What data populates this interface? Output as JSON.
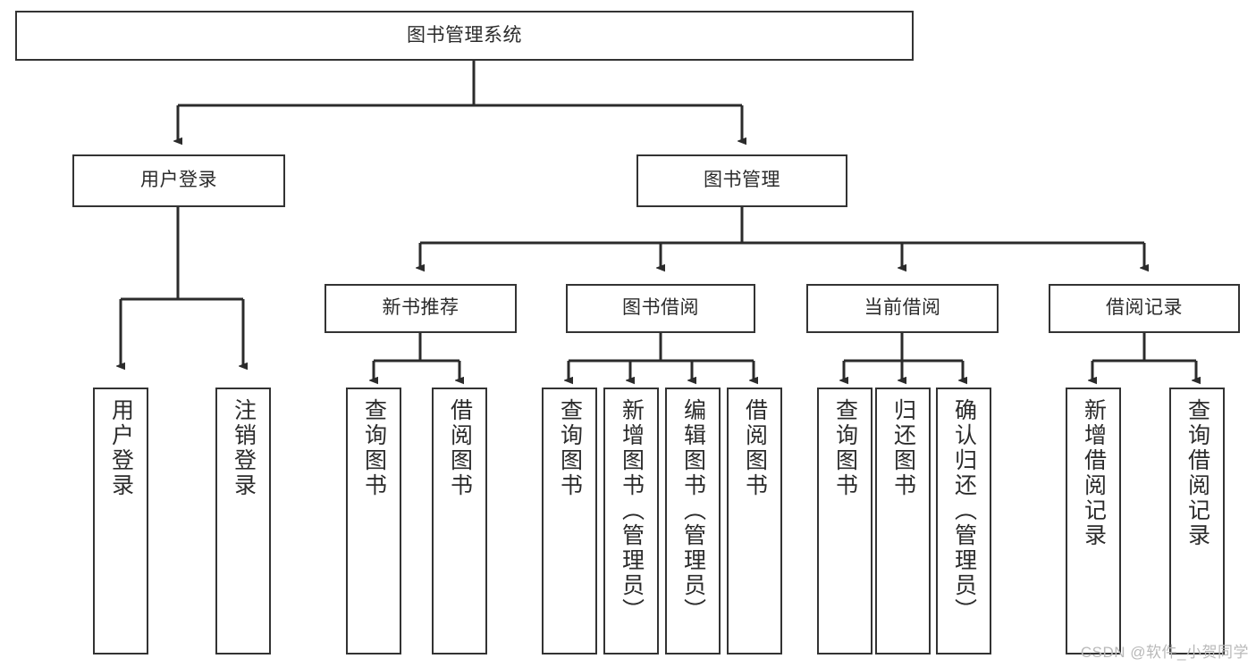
{
  "diagram": {
    "title_node": {
      "label": "图书管理系统"
    },
    "level2": [
      {
        "id": "user-login",
        "label": "用户登录"
      },
      {
        "id": "book-manage",
        "label": "图书管理"
      }
    ],
    "level3": [
      {
        "id": "new-book-recommend",
        "label": "新书推荐"
      },
      {
        "id": "book-borrow",
        "label": "图书借阅"
      },
      {
        "id": "current-borrow",
        "label": "当前借阅"
      },
      {
        "id": "borrow-record",
        "label": "借阅记录"
      }
    ],
    "leaves": [
      {
        "id": "leaf-user-login",
        "label": "用户登录",
        "parent": "user-login"
      },
      {
        "id": "leaf-logout-login",
        "label": "注销登录",
        "parent": "user-login"
      },
      {
        "id": "leaf-query-book-1",
        "label": "查询图书",
        "parent": "new-book-recommend"
      },
      {
        "id": "leaf-borrow-book-1",
        "label": "借阅图书",
        "parent": "new-book-recommend"
      },
      {
        "id": "leaf-query-book-2",
        "label": "查询图书",
        "parent": "book-borrow"
      },
      {
        "id": "leaf-add-book",
        "label": "新增图书（管理员）",
        "parent": "book-borrow"
      },
      {
        "id": "leaf-edit-book",
        "label": "编辑图书（管理员）",
        "parent": "book-borrow"
      },
      {
        "id": "leaf-borrow-book-2",
        "label": "借阅图书",
        "parent": "book-borrow"
      },
      {
        "id": "leaf-query-book-3",
        "label": "查询图书",
        "parent": "current-borrow"
      },
      {
        "id": "leaf-return-book",
        "label": "归还图书",
        "parent": "current-borrow"
      },
      {
        "id": "leaf-confirm-return",
        "label": "确认归还（管理员）",
        "parent": "current-borrow"
      },
      {
        "id": "leaf-add-record",
        "label": "新增借阅记录",
        "parent": "borrow-record"
      },
      {
        "id": "leaf-query-record",
        "label": "查询借阅记录",
        "parent": "borrow-record"
      }
    ],
    "watermark": "CSDN @软件_小贺同学",
    "colors": {
      "background": "#ffffff",
      "box_border": "#333333",
      "text": "#2b2b2b",
      "connector": "#2b2b2b",
      "watermark": "#b9b9b9"
    }
  }
}
